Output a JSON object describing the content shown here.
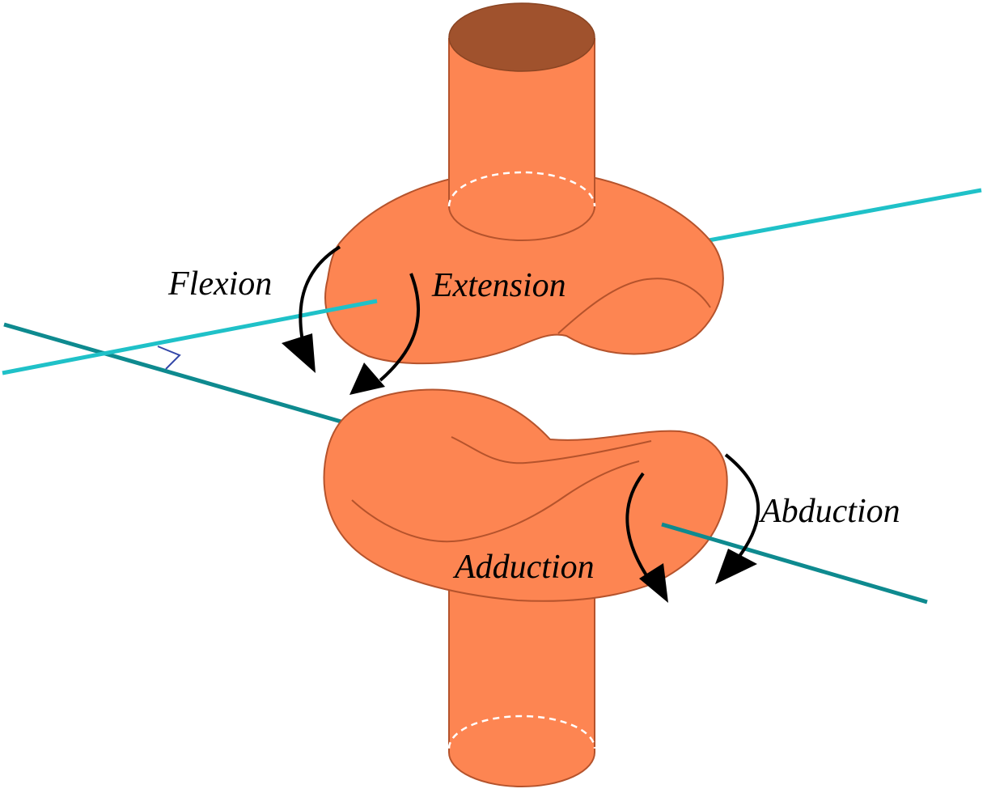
{
  "labels": {
    "flexion": "Flexion",
    "extension": "Extension",
    "abduction": "Abduction",
    "adduction": "Adduction"
  },
  "colors": {
    "bone_fill": "#fd8552",
    "bone_stroke": "#b5532c",
    "bone_top_cap": "#a0522d",
    "axis_light": "#1fc1c8",
    "axis_dark": "#0e8a8f",
    "arrow": "#000000",
    "right_angle_mark": "#3347a8",
    "hidden_edge": "#ffffff"
  },
  "icons": {
    "upper_bone": "cylinder",
    "saddle_upper": "saddle-surface",
    "saddle_lower": "saddle-surface",
    "lower_bone": "cylinder",
    "rotation_arrows": "curved-arrow",
    "right_angle": "right-angle-mark"
  }
}
